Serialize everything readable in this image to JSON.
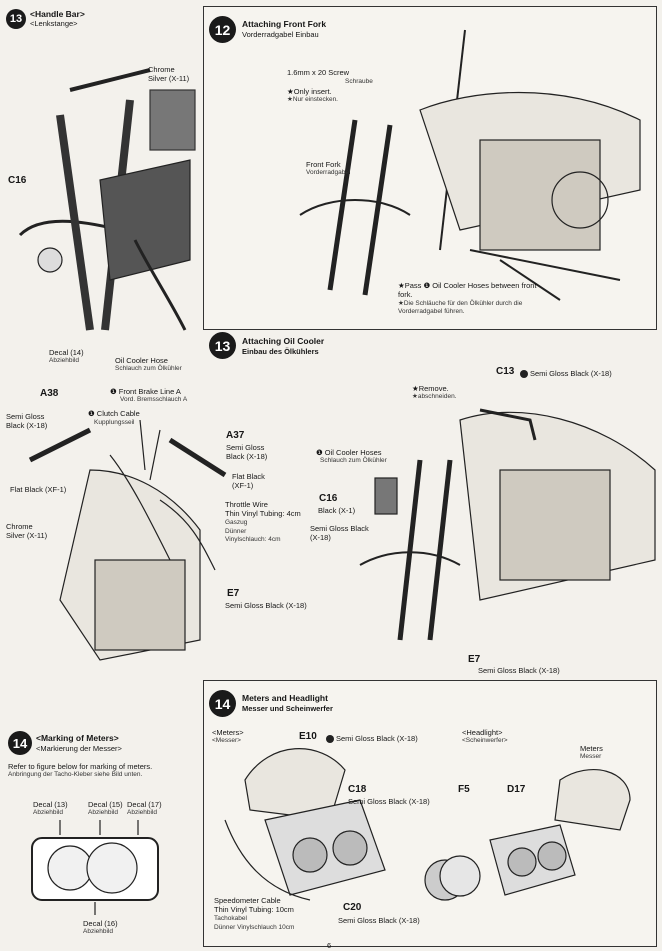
{
  "step13_handlebar": {
    "num": "13",
    "title": "<Handle Bar>",
    "title_de": "<Lenkstange>",
    "chrome_label": "Chrome",
    "chrome_paint": "Silver (X-11)",
    "part_c16": "C16",
    "decal_label": "Decal (14)",
    "decal_de": "Abziehbild",
    "hose_label": "Oil Cooler Hose",
    "hose_de": "Schlauch zum Ölkühler"
  },
  "step12": {
    "num": "12",
    "title": "Attaching Front Fork",
    "title_de": "Vorderradgabel Einbau",
    "screw": "1.6mm x 20 Screw",
    "screw_de": "Schraube",
    "only_insert": "★Only insert.",
    "only_insert_de": "★Nur einstecken.",
    "front_fork": "Front Fork",
    "front_fork_de": "Vorderradgabel",
    "pass": "★Pass ❶ Oil Cooler Hoses between front fork.",
    "pass_de": "★Die Schläuche für den Ölkühler durch die Vorderradgabel führen."
  },
  "step13_cooler": {
    "num": "13",
    "title": "Attaching Oil Cooler",
    "title_de": "Einbau des Ölkühlers",
    "c13": "C13",
    "c13_paint": "Semi Gloss Black (X-18)",
    "remove": "★Remove.",
    "remove_de": "★abschneiden.",
    "hoses": "❶ Oil Cooler Hoses",
    "hoses_de": "Schlauch zum Ölkühler",
    "c16": "C16",
    "c16_paint1": "Black (X-1)",
    "c16_paint2": "Semi Gloss Black (X-18)",
    "e7": "E7",
    "e7_paint": "Semi Gloss Black (X-18)"
  },
  "step_left_parts": {
    "a38": "A38",
    "a38_paint": "Semi Gloss Black (X-18)",
    "brake_line": "❶ Front Brake Line A",
    "brake_line_de": "Vord. Bremsschlauch A",
    "clutch": "❶ Clutch Cable",
    "clutch_de": "Kupplungsseil",
    "a37": "A37",
    "a37_paint": "Semi Gloss Black (X-18)",
    "flat_black": "Flat Black (XF-1)",
    "flat_black_right": "Flat Black (XF-1)",
    "throttle": "Throttle Wire",
    "throttle_tubing": "Thin Vinyl Tubing: 4cm",
    "throttle_de": "Gaszug",
    "throttle_de2": "Dünner Vinylschlauch: 4cm",
    "chrome": "Chrome",
    "chrome_paint": "Silver (X-11)",
    "e7": "E7",
    "e7_paint": "Semi Gloss Black (X-18)"
  },
  "step14_meters": {
    "num": "14",
    "title": "<Marking of Meters>",
    "title_de": "<Markierung der Messer>",
    "refer": "Refer to figure below for marking of meters.",
    "refer_de": "Anbringung der Tacho-Kleber siehe Bild unten.",
    "decal_a": "Decal (13)",
    "decal_b": "Decal (15)",
    "decal_c": "Decal (17)",
    "decal_d": "Decal (16)",
    "abziehbild": "Abziehbild"
  },
  "step14_headlight": {
    "num": "14",
    "title": "Meters and Headlight",
    "title_de": "Messer und Scheinwerfer",
    "meters_sub": "<Meters>",
    "meters_sub_de": "<Messer>",
    "e10": "E10",
    "e10_paint": "Semi Gloss Black (X-18)",
    "c18": "C18",
    "c18_paint": "Semi Gloss Black (X-18)",
    "c20": "C20",
    "c20_paint": "Semi Gloss Black (X-18)",
    "cable": "Speedometer Cable",
    "cable_tubing": "Thin Vinyl Tubing: 10cm",
    "cable_de": "Tachokabel",
    "cable_de2": "Dünner Vinylschlauch 10cm",
    "headlight_sub": "<Headlight>",
    "headlight_sub_de": "<Scheinwerfer>",
    "f5": "F5",
    "d17": "D17",
    "meters_label": "Meters",
    "meters_de": "Messer"
  },
  "page_number": "6"
}
